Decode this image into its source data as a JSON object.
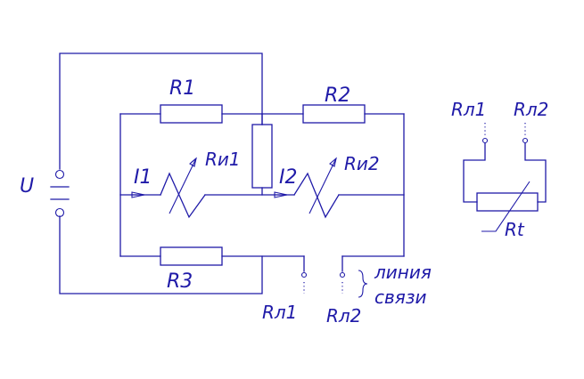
{
  "labels": {
    "voltage": "U",
    "r1": "R1",
    "r2": "R2",
    "r3": "R3",
    "ru1": "Rи1",
    "ru2": "Rи2",
    "i1": "I1",
    "i2": "I2",
    "rl1_bottom": "Rл1",
    "rl2_bottom": "Rл2",
    "line_word1": "линия",
    "line_word2": "связи",
    "rl1_right": "Rл1",
    "rl2_right": "Rл2",
    "rt": "Rt"
  },
  "colors": {
    "ink": "#1f1aa8",
    "background": "#ffffff"
  }
}
